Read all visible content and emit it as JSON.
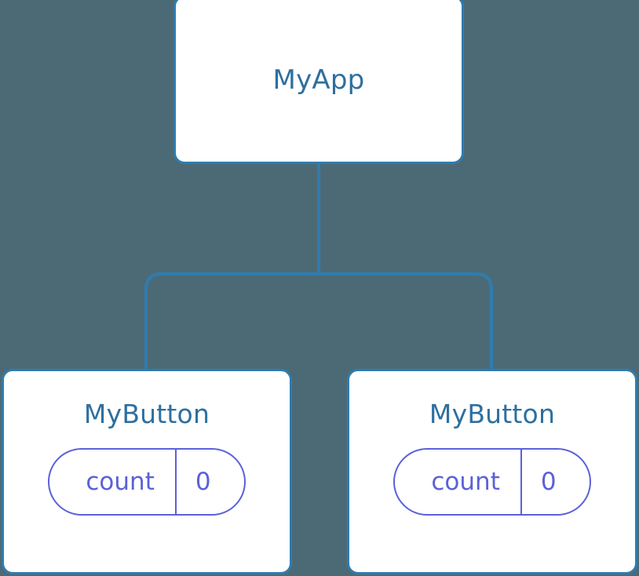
{
  "diagram": {
    "title": "component-tree",
    "background_color": "#4c6a75",
    "node_border_color": "#2f7caf",
    "node_title_color": "#2e6f9e",
    "edge_color": "#2f7caf",
    "pill_color": "#5b61d8",
    "root": {
      "label": "MyApp"
    },
    "children": [
      {
        "label": "MyButton",
        "state": {
          "key": "count",
          "value": "0"
        }
      },
      {
        "label": "MyButton",
        "state": {
          "key": "count",
          "value": "0"
        }
      }
    ]
  }
}
